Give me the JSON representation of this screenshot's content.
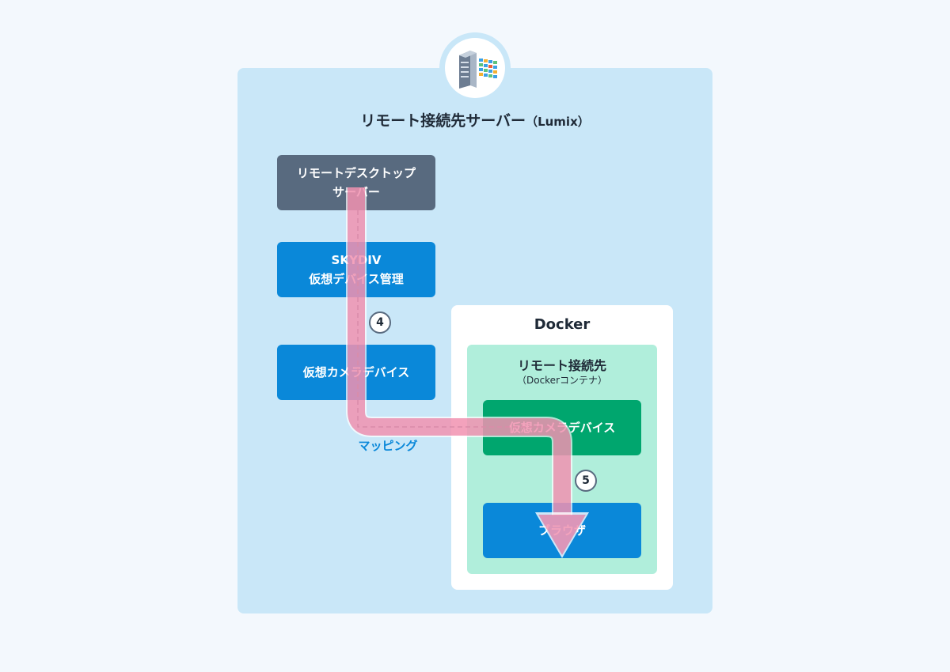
{
  "server": {
    "title": "リモート接続先サーバー",
    "title_sub": "（Lumix）",
    "icon": "server-icon"
  },
  "boxes": {
    "rds": {
      "line1": "リモートデスクトップ",
      "line2": "サーバー"
    },
    "skydiv": {
      "line1": "SKYDIV",
      "line2": "仮想デバイス管理"
    },
    "vcam_left": {
      "label": "仮想カメラデバイス"
    }
  },
  "docker": {
    "title": "Docker",
    "container_title": "リモート接続先",
    "container_sub": "（Dockerコンテナ）",
    "vcam_right": "仮想カメラデバイス",
    "browser": "ブラウザ"
  },
  "flow": {
    "mapping_label": "マッピング",
    "step4": "4",
    "step5": "5"
  },
  "colors": {
    "background": "#f3f8fd",
    "server_panel": "#c9e7f8",
    "rds_box": "#586a7f",
    "blue_box": "#0a88d9",
    "green_box": "#00a66e",
    "container_panel": "#b0eedb",
    "flow_arrow": "#e8457a",
    "mapping_text": "#0a88d9"
  }
}
